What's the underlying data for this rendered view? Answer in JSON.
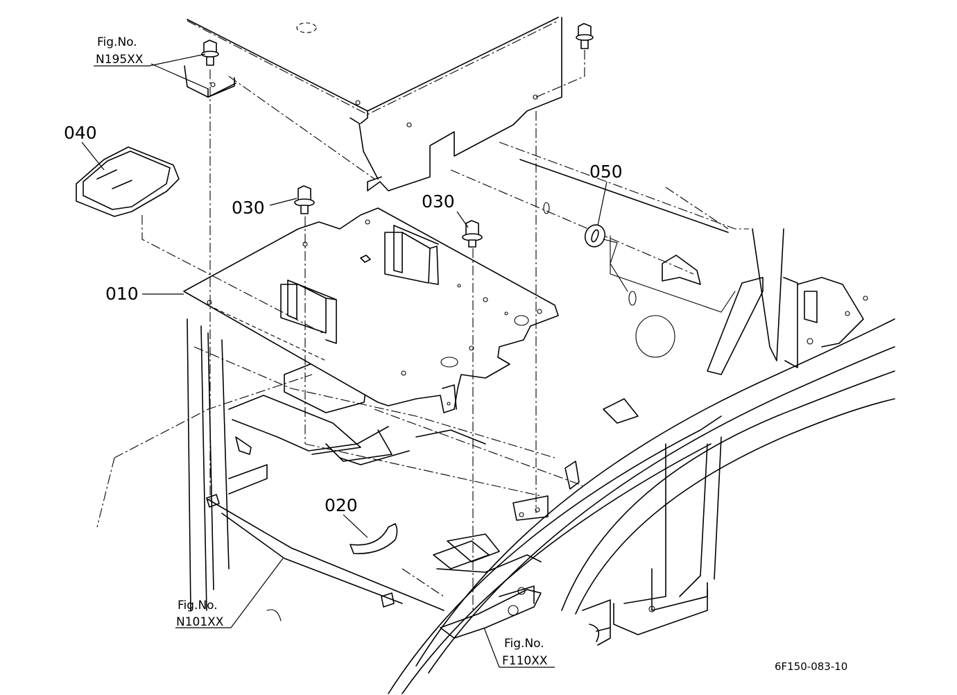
{
  "callouts": {
    "p010": "010",
    "p020": "020",
    "p030a": "030",
    "p030b": "030",
    "p040": "040",
    "p050": "050"
  },
  "fig_refs": {
    "top": {
      "label": "Fig.No.",
      "number": "N195XX"
    },
    "bottom_left": {
      "label": "Fig.No.",
      "number": "N101XX"
    },
    "bottom_center": {
      "label": "Fig.No.",
      "number": "F110XX"
    }
  },
  "drawing_code": "6F150-083-10"
}
